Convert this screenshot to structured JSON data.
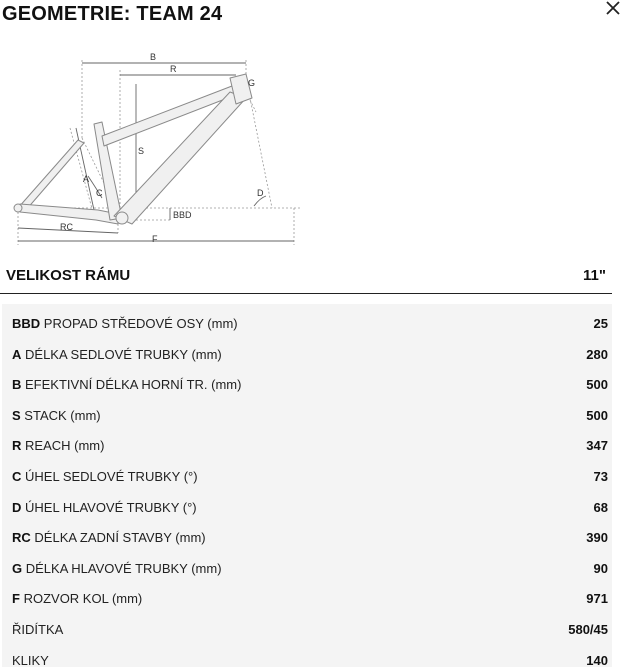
{
  "title": "GEOMETRIE: TEAM 24",
  "close_icon": "close-icon",
  "diagram": {
    "labels": {
      "b": "B",
      "r": "R",
      "g": "G",
      "s": "S",
      "a": "A",
      "c": "C",
      "d": "D",
      "bbd": "BBD",
      "rc": "RC",
      "f": "F"
    }
  },
  "size_header": {
    "label": "VELIKOST RÁMU",
    "value": "11\""
  },
  "rows": [
    {
      "code": "BBD",
      "label": "PROPAD STŘEDOVÉ OSY (mm)",
      "value": "25"
    },
    {
      "code": "A",
      "label": "DÉLKA SEDLOVÉ TRUBKY (mm)",
      "value": "280"
    },
    {
      "code": "B",
      "label": "EFEKTIVNÍ DÉLKA HORNÍ TR. (mm)",
      "value": "500"
    },
    {
      "code": "S",
      "label": "STACK (mm)",
      "value": "500"
    },
    {
      "code": "R",
      "label": "REACH (mm)",
      "value": "347"
    },
    {
      "code": "C",
      "label": "ÚHEL SEDLOVÉ TRUBKY (°)",
      "value": "73"
    },
    {
      "code": "D",
      "label": "ÚHEL HLAVOVÉ TRUBKY (°)",
      "value": "68"
    },
    {
      "code": "RC",
      "label": "DÉLKA ZADNÍ STAVBY (mm)",
      "value": "390"
    },
    {
      "code": "G",
      "label": "DÉLKA HLAVOVÉ TRUBKY (mm)",
      "value": "90"
    },
    {
      "code": "F",
      "label": "ROZVOR KOL (mm)",
      "value": "971"
    },
    {
      "code": "",
      "label": "ŘIDÍTKA",
      "value": "580/45"
    },
    {
      "code": "",
      "label": "KLIKY",
      "value": "140"
    }
  ]
}
